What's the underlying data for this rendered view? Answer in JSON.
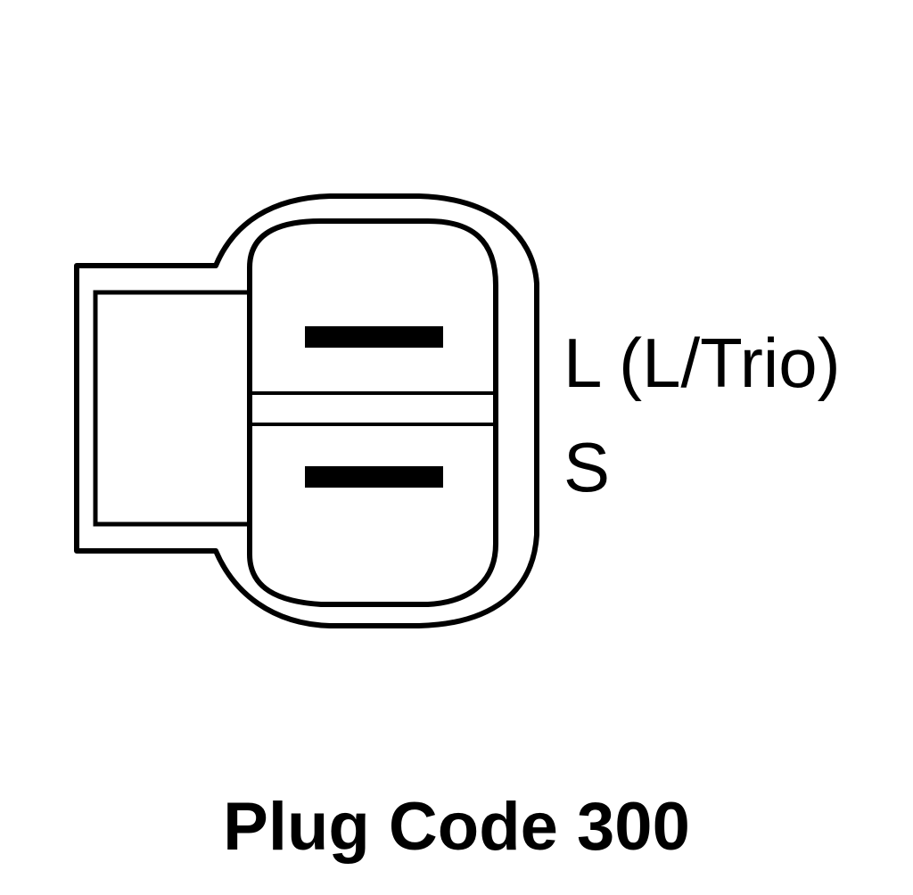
{
  "diagram": {
    "pins": [
      {
        "label": "L (L/Trio)"
      },
      {
        "label": "S"
      }
    ],
    "title": "Plug Code 300"
  },
  "colors": {
    "line": "#000000",
    "background": "#ffffff"
  }
}
